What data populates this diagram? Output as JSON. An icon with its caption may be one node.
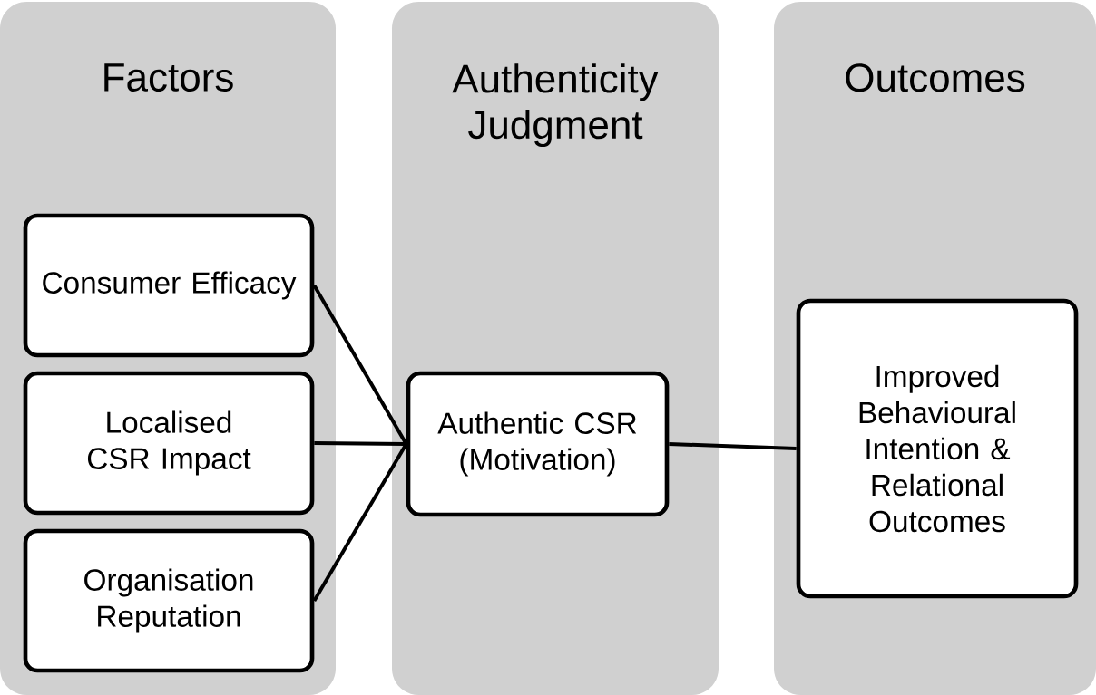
{
  "diagram": {
    "nodes": [
      {
        "text": [
          "Factors"
        ]
      },
      {
        "text": [
          "Consumer Efficacy"
        ],
        "in": 0
      },
      {
        "text": [
          "Localised CSR Impact"
        ],
        "in": 0
      },
      {
        "text": [
          "Organisation Reputation"
        ],
        "in": 0
      },
      {
        "text": [
          "Authenticity Judgment"
        ]
      },
      {
        "text": [
          "Authentic CSR (Motivation)"
        ],
        "in": 4
      },
      {
        "text": [
          "Outcomes"
        ]
      },
      {
        "text": [
          "Improved Behavioural Intention & Relational Outcomes"
        ],
        "in": 6
      }
    ],
    "edges": [
      {
        "from": 1,
        "to": 5,
        "arrow": "none"
      },
      {
        "from": 2,
        "to": 5,
        "arrow": "none"
      },
      {
        "from": 3,
        "to": 5,
        "arrow": "none"
      },
      {
        "from": 5,
        "to": 7,
        "arrow": "none"
      }
    ]
  }
}
